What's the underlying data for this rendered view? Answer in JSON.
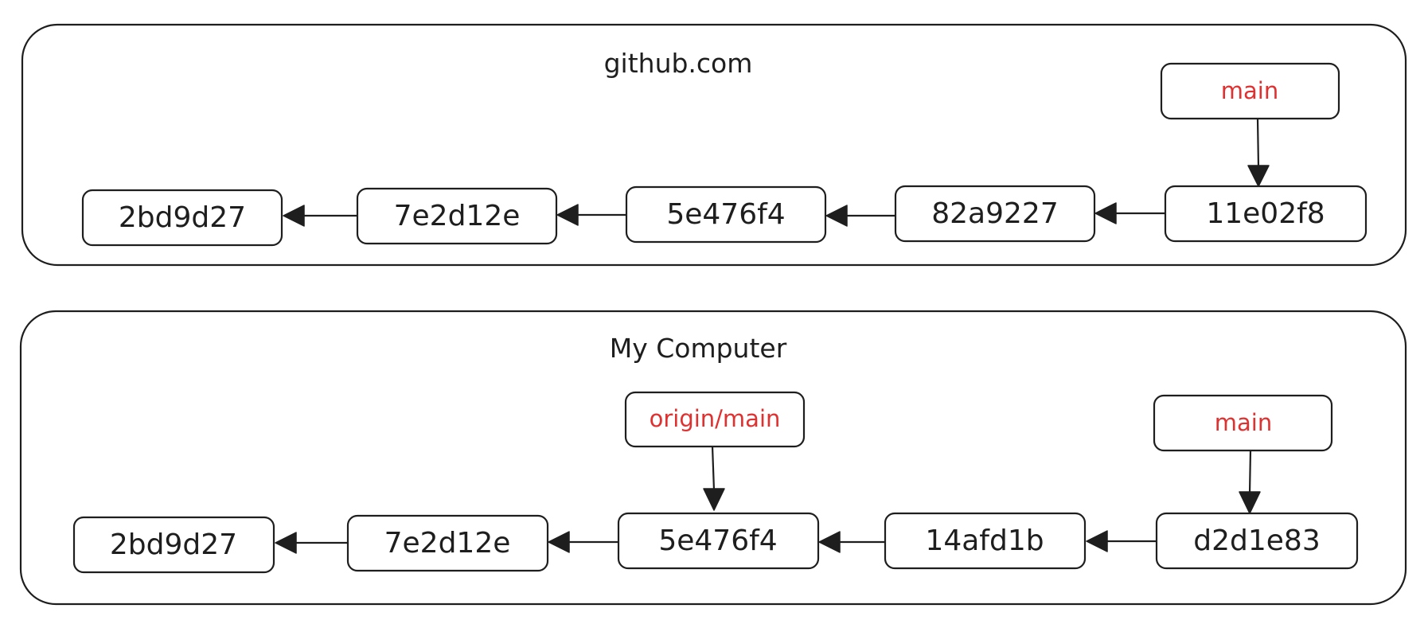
{
  "colors": {
    "ink": "#1e1e1e",
    "branch": "#e03131",
    "background": "#ffffff"
  },
  "panels": [
    {
      "title": "github.com",
      "commits": [
        "2bd9d27",
        "7e2d12e",
        "5e476f4",
        "82a9227",
        "11e02f8"
      ],
      "branches": [
        {
          "label": "main",
          "points_to": "11e02f8"
        }
      ]
    },
    {
      "title": "My Computer",
      "commits": [
        "2bd9d27",
        "7e2d12e",
        "5e476f4",
        "14afd1b",
        "d2d1e83"
      ],
      "branches": [
        {
          "label": "origin/main",
          "points_to": "5e476f4"
        },
        {
          "label": "main",
          "points_to": "d2d1e83"
        }
      ]
    }
  ]
}
